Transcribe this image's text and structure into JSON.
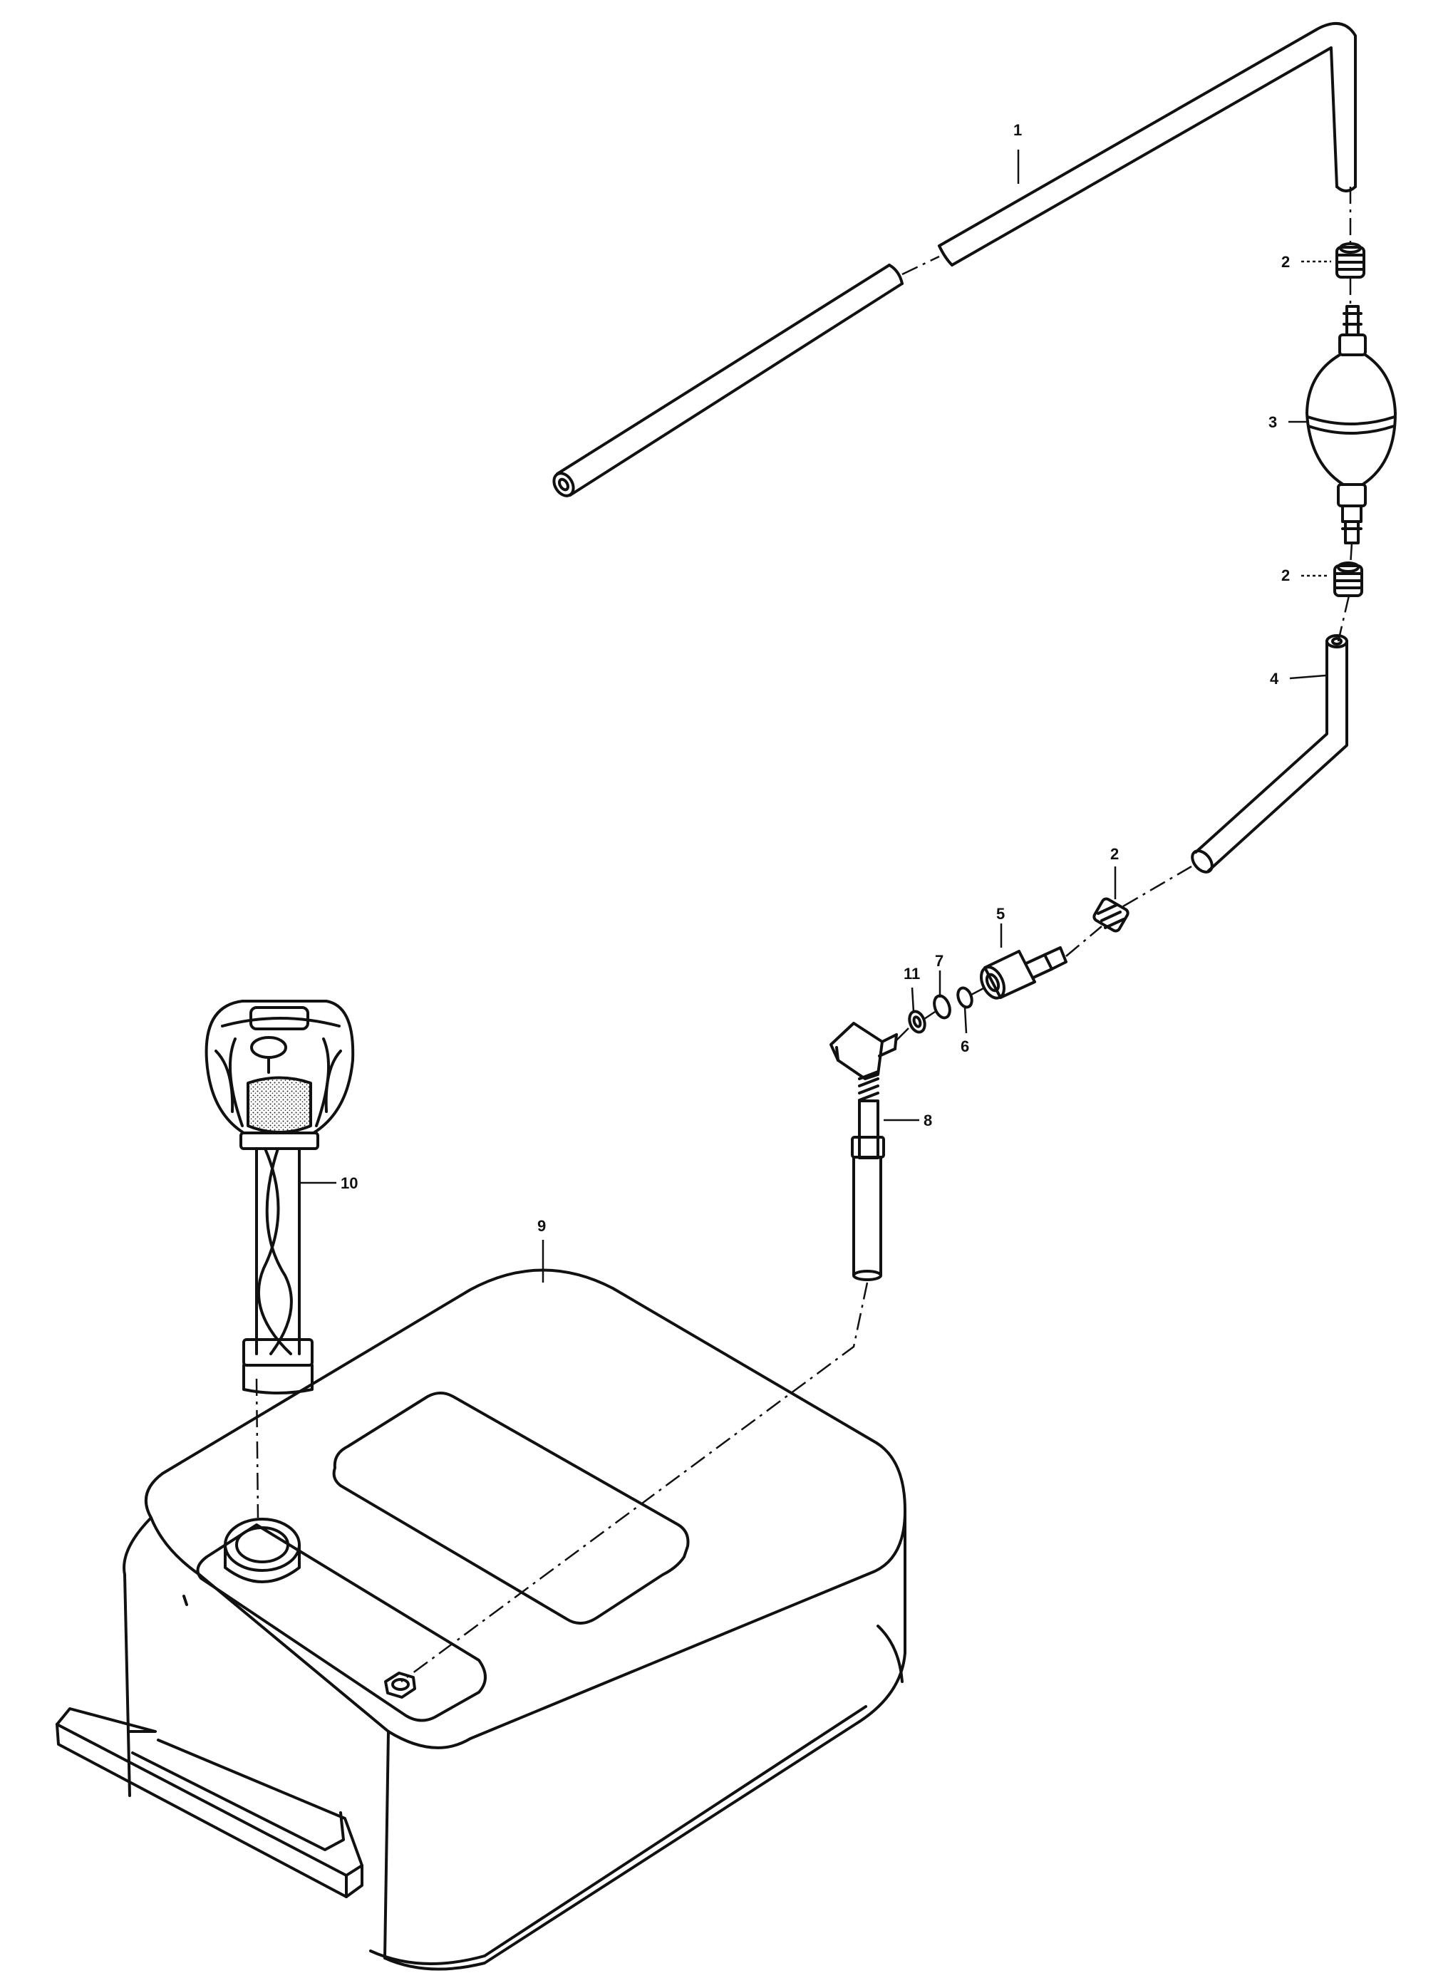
{
  "diagram": {
    "callouts": [
      {
        "id": "fuel-line-long",
        "label": "1"
      },
      {
        "id": "clamp-upper",
        "label": "2"
      },
      {
        "id": "clamp-middle",
        "label": "2"
      },
      {
        "id": "clamp-lower",
        "label": "2"
      },
      {
        "id": "primer-bulb",
        "label": "3"
      },
      {
        "id": "fuel-line-short",
        "label": "4"
      },
      {
        "id": "connector",
        "label": "5"
      },
      {
        "id": "o-ring-6",
        "label": "6"
      },
      {
        "id": "o-ring-7",
        "label": "7"
      },
      {
        "id": "pickup-tube",
        "label": "8"
      },
      {
        "id": "fuel-tank",
        "label": "9"
      },
      {
        "id": "fuel-gauge",
        "label": "10"
      },
      {
        "id": "washer",
        "label": "11"
      }
    ]
  }
}
